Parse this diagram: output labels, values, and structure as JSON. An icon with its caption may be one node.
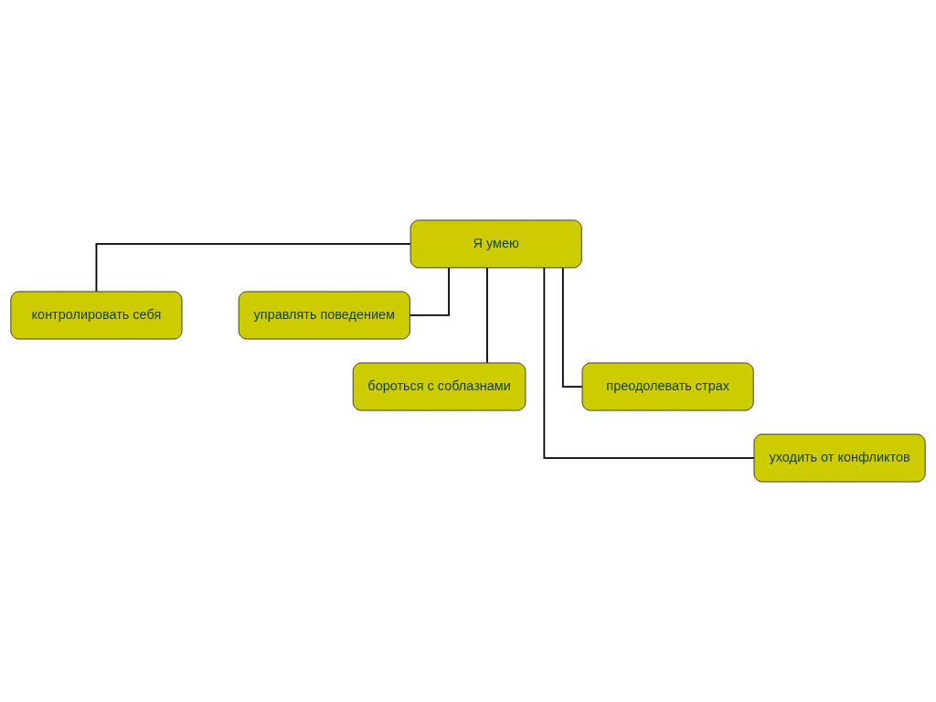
{
  "diagram": {
    "nodes": [
      {
        "text": [
          "Я умею"
        ]
      },
      {
        "text": [
          "контролировать себя"
        ]
      },
      {
        "text": [
          "управлять поведением"
        ]
      },
      {
        "text": [
          "бороться с соблазнами"
        ]
      },
      {
        "text": [
          "преодолевать страх"
        ]
      },
      {
        "text": [
          "уходить от конфликтов"
        ]
      }
    ],
    "edges": [
      {
        "from": 0,
        "to": 1,
        "arrow": "none"
      },
      {
        "from": 0,
        "to": 2,
        "arrow": "none"
      },
      {
        "from": 0,
        "to": 3,
        "arrow": "none"
      },
      {
        "from": 0,
        "to": 4,
        "arrow": "none"
      },
      {
        "from": 0,
        "to": 5,
        "arrow": "none"
      }
    ]
  }
}
